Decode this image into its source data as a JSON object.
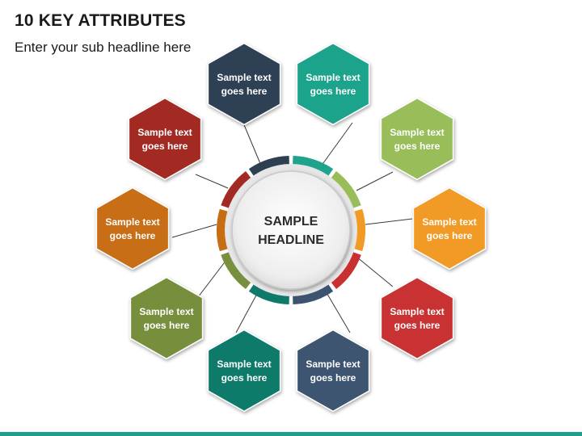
{
  "header": {
    "title": "10 KEY ATTRIBUTES",
    "subtitle": "Enter your sub headline here"
  },
  "center": {
    "line1": "SAMPLE",
    "line2": "HEADLINE"
  },
  "attributes": [
    {
      "line1": "Sample text",
      "line2": "goes here",
      "color": "#2e3f52"
    },
    {
      "line1": "Sample text",
      "line2": "goes here",
      "color": "#1fa38c"
    },
    {
      "line1": "Sample text",
      "line2": "goes here",
      "color": "#99bd59"
    },
    {
      "line1": "Sample text",
      "line2": "goes here",
      "color": "#f29a26"
    },
    {
      "line1": "Sample text",
      "line2": "goes here",
      "color": "#c93131"
    },
    {
      "line1": "Sample text",
      "line2": "goes here",
      "color": "#3d5470"
    },
    {
      "line1": "Sample text",
      "line2": "goes here",
      "color": "#0f7a6a"
    },
    {
      "line1": "Sample text",
      "line2": "goes here",
      "color": "#778f3e"
    },
    {
      "line1": "Sample text",
      "line2": "goes here",
      "color": "#c76e14"
    },
    {
      "line1": "Sample text",
      "line2": "goes here",
      "color": "#a32a24"
    }
  ],
  "accent_color": "#1f9e8c"
}
